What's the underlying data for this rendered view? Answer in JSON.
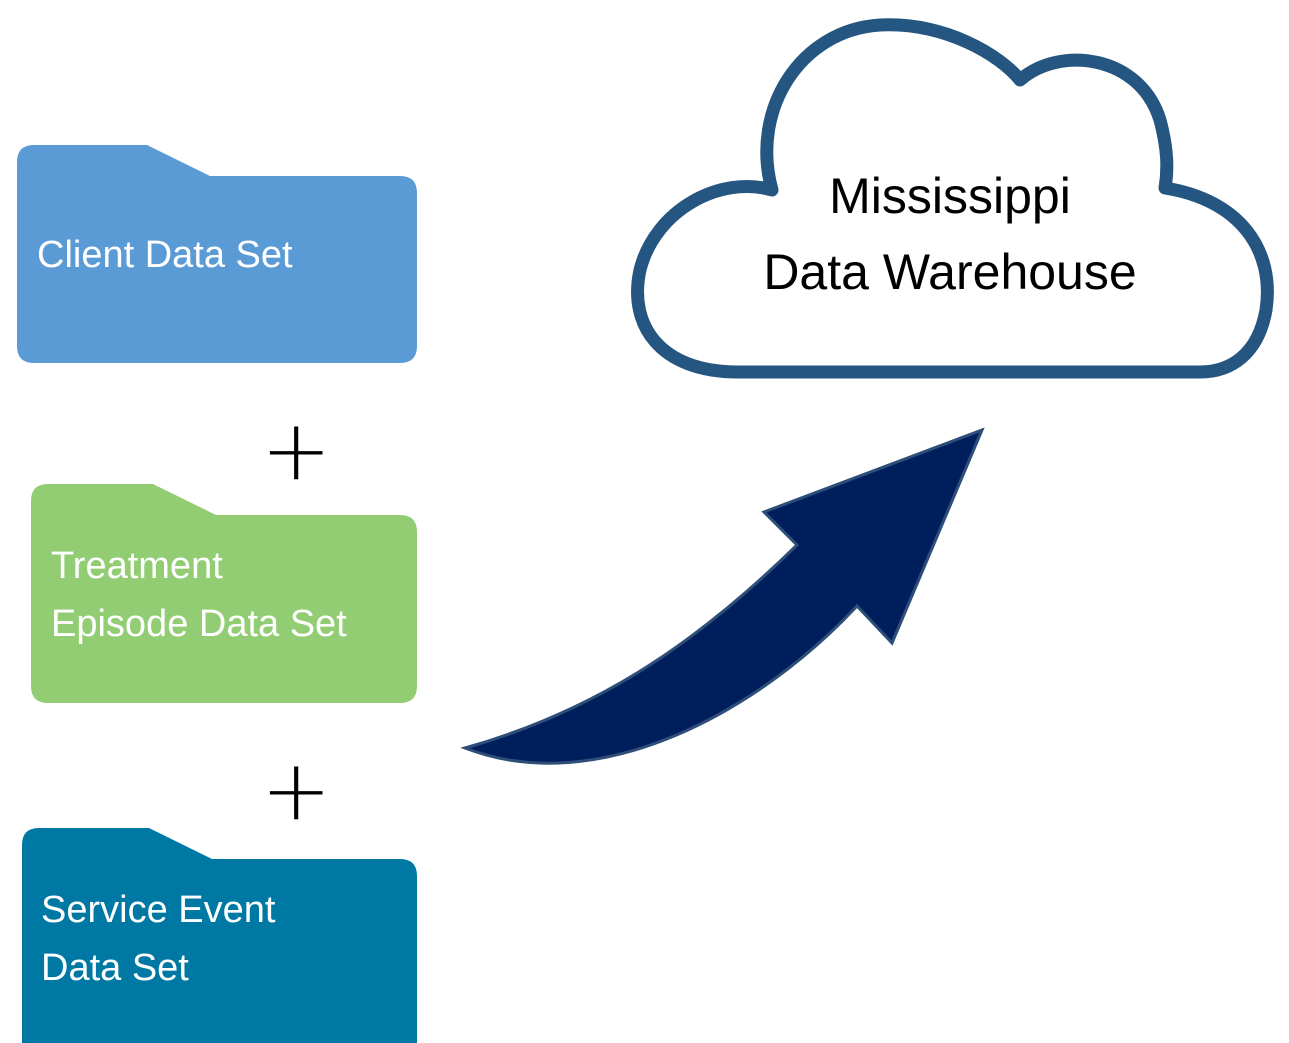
{
  "diagram": {
    "folders": [
      {
        "line1": "Client Data Set",
        "line2": "",
        "color": "#5b9bd5"
      },
      {
        "line1": "Treatment",
        "line2": "Episode Data Set",
        "color": "#92cd74"
      },
      {
        "line1": "Service Event",
        "line2": "Data Set",
        "color": "#0078a4"
      }
    ],
    "operators": [
      "+",
      "+"
    ],
    "cloud": {
      "line1": "Mississippi",
      "line2": "Data Warehouse",
      "stroke_color": "#255681",
      "fill_color": "#ffffff"
    },
    "arrow": {
      "fill_color": "#001e5c",
      "stroke_color": "#2d4e78",
      "direction": "up-right"
    }
  }
}
